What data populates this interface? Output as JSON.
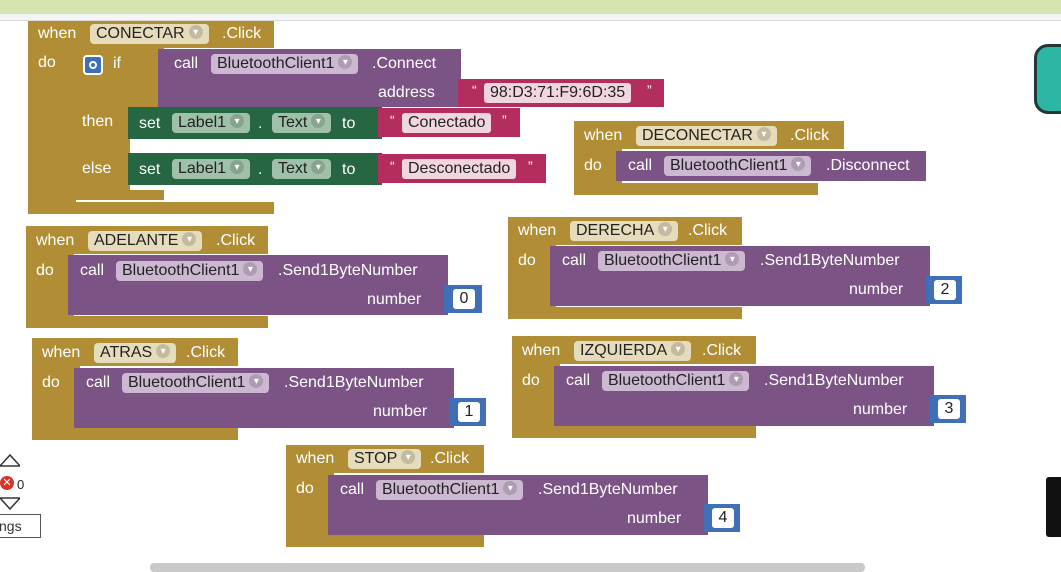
{
  "blocks": {
    "conectar": {
      "when": "when",
      "component": "CONECTAR",
      "event": ".Click",
      "do": "do",
      "if": "if",
      "call": "call",
      "bt": "BluetoothClient1",
      "method": ".Connect",
      "address_label": "address",
      "address_q1": "“",
      "address_value": "98:D3:71:F9:6D:35",
      "address_q2": "”",
      "then": "then",
      "else": "else",
      "set": "set",
      "label": "Label1",
      "dot": ".",
      "prop": "Text",
      "to": "to",
      "then_q1": "“",
      "then_value": "Conectado",
      "then_q2": "”",
      "else_q1": "“",
      "else_value": "Desconectado",
      "else_q2": "”"
    },
    "desconectar": {
      "when": "when",
      "component": "DECONECTAR",
      "event": ".Click",
      "do": "do",
      "call": "call",
      "bt": "BluetoothClient1",
      "method": ".Disconnect"
    },
    "adelante": {
      "when": "when",
      "component": "ADELANTE",
      "event": ".Click",
      "do": "do",
      "call": "call",
      "bt": "BluetoothClient1",
      "method": ".Send1ByteNumber",
      "param": "number",
      "value": "0"
    },
    "derecha": {
      "when": "when",
      "component": "DERECHA",
      "event": ".Click",
      "do": "do",
      "call": "call",
      "bt": "BluetoothClient1",
      "method": ".Send1ByteNumber",
      "param": "number",
      "value": "2"
    },
    "atras": {
      "when": "when",
      "component": "ATRAS",
      "event": ".Click",
      "do": "do",
      "call": "call",
      "bt": "BluetoothClient1",
      "method": ".Send1ByteNumber",
      "param": "number",
      "value": "1"
    },
    "izquierda": {
      "when": "when",
      "component": "IZQUIERDA",
      "event": ".Click",
      "do": "do",
      "call": "call",
      "bt": "BluetoothClient1",
      "method": ".Send1ByteNumber",
      "param": "number",
      "value": "3"
    },
    "stop": {
      "when": "when",
      "component": "STOP",
      "event": ".Click",
      "do": "do",
      "call": "call",
      "bt": "BluetoothClient1",
      "method": ".Send1ByteNumber",
      "param": "number",
      "value": "4"
    }
  },
  "warnings": {
    "error_count": "0",
    "settings_label": "ngs"
  },
  "icons": {
    "caret": "dropdown-caret-icon",
    "error": "error-icon",
    "trash": "trash-icon",
    "gear": "gear-icon"
  },
  "colors": {
    "event": "#b18e35",
    "call": "#7c5385",
    "set": "#266643",
    "text": "#b32d5e",
    "number": "#3f6fb6"
  }
}
